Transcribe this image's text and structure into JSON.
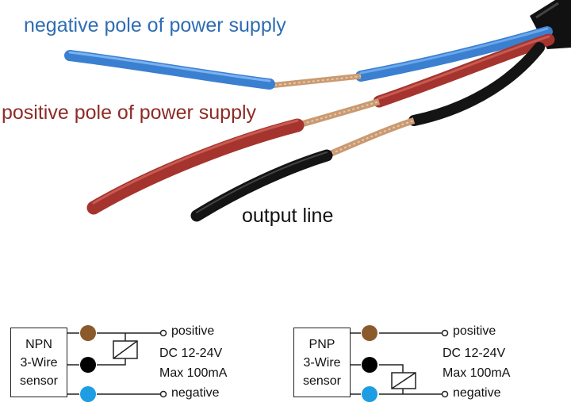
{
  "labels": {
    "negative_pole": "negative pole of power supply",
    "positive_pole": "positive pole of power supply",
    "output_line": "output line"
  },
  "npn": {
    "type": "NPN",
    "wire_text": "3-Wire",
    "sensor_text": "sensor",
    "positive": "positive",
    "voltage": "DC 12-24V",
    "current": "Max 100mA",
    "negative": "negative"
  },
  "pnp": {
    "type": "PNP",
    "wire_text": "3-Wire",
    "sensor_text": "sensor",
    "positive": "positive",
    "voltage": "DC 12-24V",
    "current": "Max 100mA",
    "negative": "negative"
  },
  "colors": {
    "blue_wire": "#3a7fd0",
    "red_wire": "#a5342e",
    "black_wire": "#141414",
    "copper": "#c99a72",
    "brown_terminal": "#8a5a2b",
    "blue_terminal": "#1e9de3",
    "black_terminal": "#000000",
    "neg_label": "#2f6db3",
    "pos_label": "#8e2b25"
  }
}
